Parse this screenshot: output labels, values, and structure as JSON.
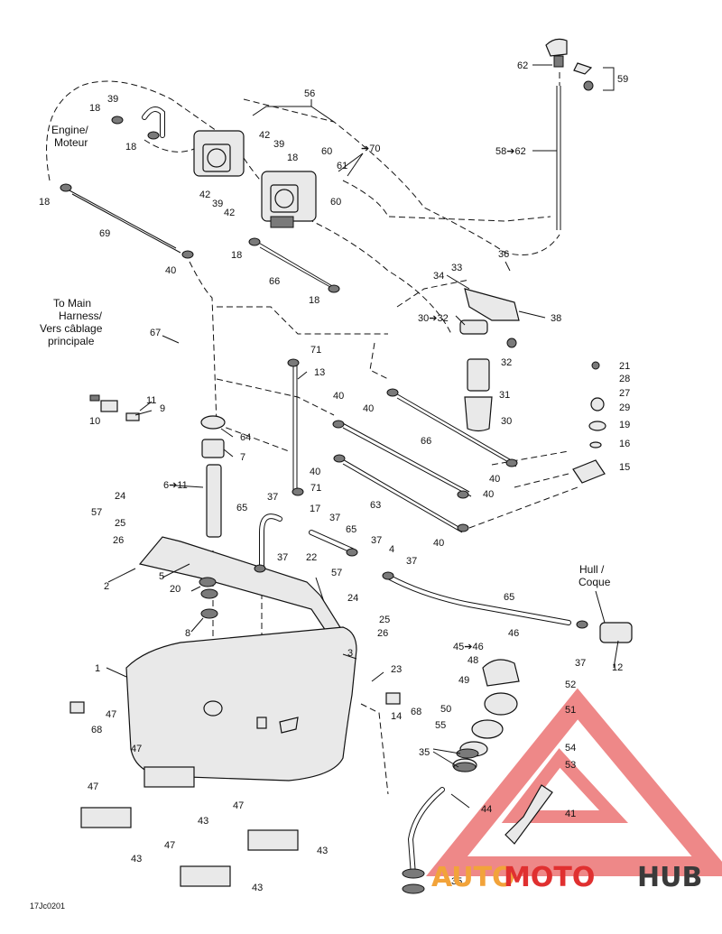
{
  "diagram": {
    "code": "17Jc0201",
    "notes": {
      "engine": [
        "Engine/",
        "Moteur"
      ],
      "harness": [
        "To Main",
        "Harness/",
        "Vers câblage",
        "principale"
      ],
      "hull": [
        "Hull /",
        "Coque"
      ]
    },
    "callouts": {
      "c62a": "62",
      "c59": "59",
      "c5862": "58➔62",
      "c56": "56",
      "c18a": "18",
      "c39a": "39",
      "c18b": "18",
      "c42a": "42",
      "c39b": "39",
      "c18c": "18",
      "c60a": "60",
      "c6170": "➔70",
      "c61": "61",
      "c60b": "60",
      "c18d": "18",
      "c42b": "42",
      "c39c": "39",
      "c42c": "42",
      "c69": "69",
      "c40a": "40",
      "c18e": "18",
      "c66a": "66",
      "c18f": "18",
      "c36": "36",
      "c33": "33",
      "c34": "34",
      "c3032": "30➔32",
      "c38": "38",
      "c32": "32",
      "c31": "31",
      "c30": "30",
      "c67": "67",
      "c71a": "71",
      "c13": "13",
      "c21": "21",
      "c28": "28",
      "c27": "27",
      "c29": "29",
      "c19": "19",
      "c16": "16",
      "c15": "15",
      "c11a": "11",
      "c9": "9",
      "c10": "10",
      "c40b": "40",
      "c40c": "40",
      "c64": "64",
      "c7": "7",
      "c66b": "66",
      "c40d": "40",
      "c611": "6➔11",
      "c40e": "40",
      "c40f": "40",
      "c63": "63",
      "c40g": "40",
      "c24a": "24",
      "c37a": "37",
      "c71b": "71",
      "c65a": "65",
      "c17": "17",
      "c57a": "57",
      "c37b": "37",
      "c65b": "65",
      "c25a": "25",
      "c26a": "26",
      "c37c": "37",
      "c4": "4",
      "c37d": "37",
      "c2": "2",
      "c5": "5",
      "c37e": "37",
      "c22": "22",
      "c57b": "57",
      "c24b": "24",
      "c20": "20",
      "c65c": "65",
      "c25b": "25",
      "c26b": "26",
      "c8": "8",
      "c3": "3",
      "c46": "46",
      "c4546": "45➔46",
      "c37f": "37",
      "c12": "12",
      "c1": "1",
      "c23": "23",
      "c48": "48",
      "c52": "52",
      "c49": "49",
      "c47a": "47",
      "c68a": "68",
      "c14": "14",
      "c68b": "68",
      "c50": "50",
      "c51": "51",
      "c55": "55",
      "c54": "54",
      "c47b": "47",
      "c35a": "35",
      "c53": "53",
      "c47c": "47",
      "c43a": "43",
      "c44": "44",
      "c41": "41",
      "c47d": "47",
      "c43b": "43",
      "c43c": "43",
      "c47e": "47",
      "c43d": "43",
      "c35b": "35"
    }
  },
  "watermark": {
    "text_a": "AUTO",
    "text_b": "MOTO",
    "text_c": "HUB",
    "color_a": "#f2a33a",
    "color_b": "#e03030",
    "color_c": "#3a3a3a"
  }
}
